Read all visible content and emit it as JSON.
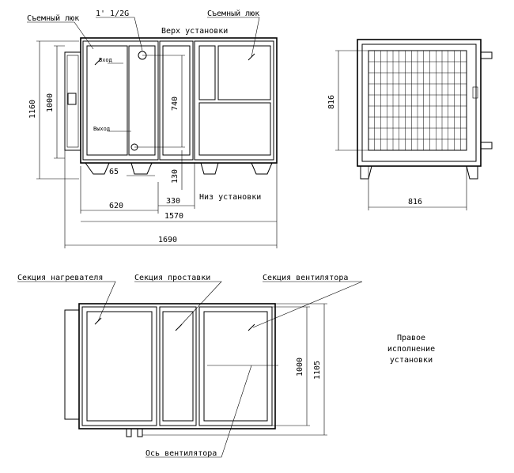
{
  "labels": {
    "hatch_left": "Съемный люк",
    "pipe": "1' 1/2G",
    "hatch_right": "Съемный люк",
    "top_of_unit": "Верх установки",
    "inlet": "Вход",
    "outlet": "Выход",
    "bottom_of_unit": "Низ установки",
    "heater_section": "Секция нагревателя",
    "spacer_section": "Секция проставки",
    "fan_section": "Секция вентилятора",
    "fan_axis": "Ось вентилятора",
    "note_line1": "Правое",
    "note_line2": "исполнение",
    "note_line3": "установки"
  },
  "dimensions": {
    "front_height_total": "1160",
    "front_height_body": "1000",
    "coil_height": "740",
    "outlet_height": "130",
    "pipe_offset": "65",
    "base_left": "620",
    "spacer_width": "330",
    "body_length": "1570",
    "total_length": "1690",
    "side_height": "816",
    "side_width": "816",
    "plan_width_body": "1000",
    "plan_width_total": "1105"
  }
}
